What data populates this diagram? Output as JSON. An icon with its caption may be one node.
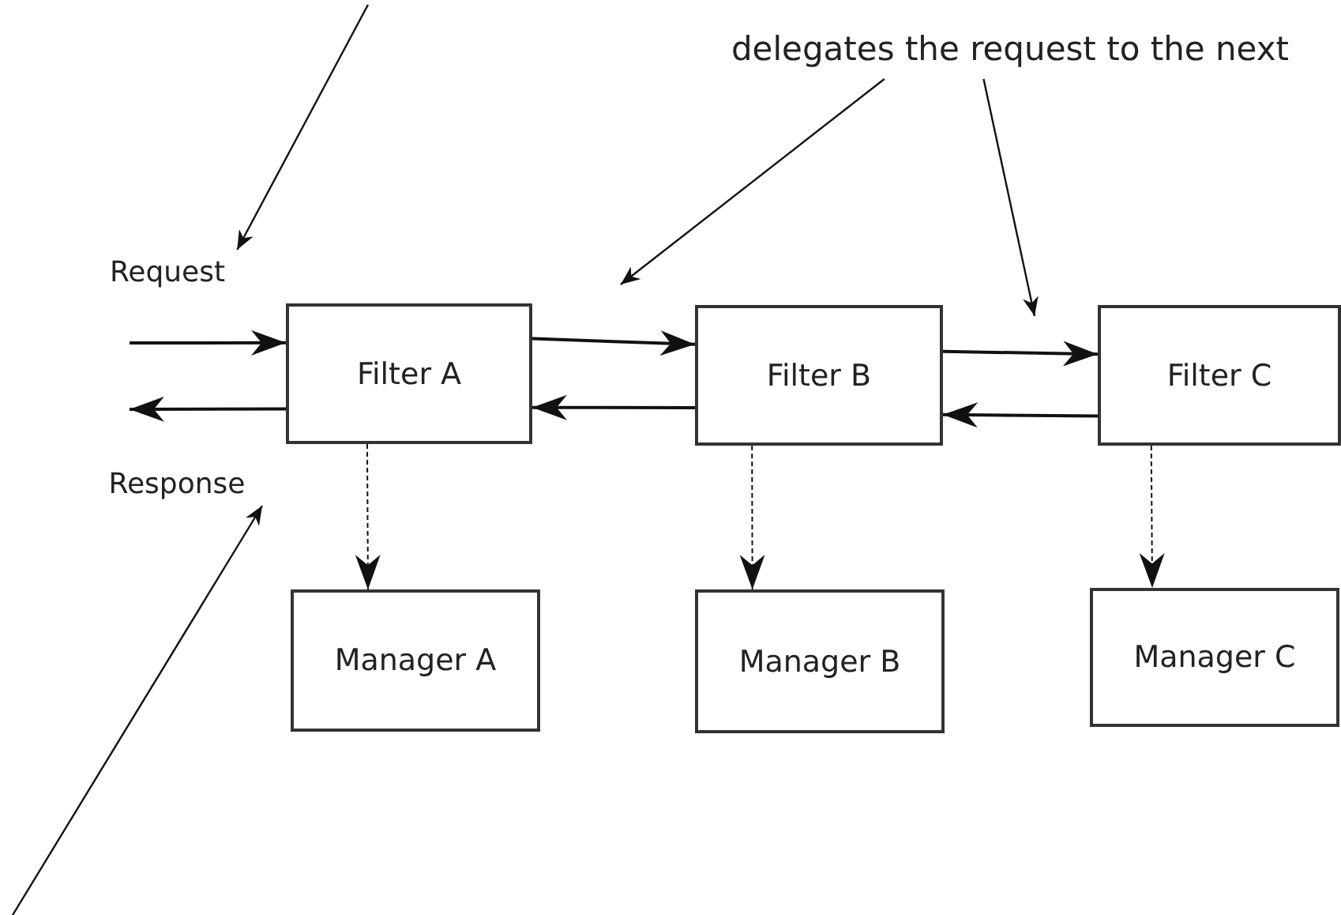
{
  "diagram": {
    "nodes": [
      {
        "text": [
          "delegates the request to the next"
        ]
      },
      {
        "text": [
          "Request"
        ]
      },
      {
        "text": [
          "Filter A"
        ]
      },
      {
        "text": [
          "Filter B"
        ]
      },
      {
        "text": [
          "Filter C"
        ]
      },
      {
        "text": [
          "Response"
        ]
      },
      {
        "text": [
          "Manager A"
        ]
      },
      {
        "text": [
          "Manager B"
        ]
      },
      {
        "text": [
          "Manager C"
        ]
      }
    ],
    "edges": [
      {
        "from": null,
        "to": 2,
        "arrow": "to"
      },
      {
        "from": 2,
        "to": null,
        "arrow": "to"
      },
      {
        "from": 2,
        "to": 3,
        "arrow": "to"
      },
      {
        "from": 3,
        "to": 2,
        "arrow": "to"
      },
      {
        "from": 3,
        "to": 4,
        "arrow": "to"
      },
      {
        "from": 4,
        "to": 3,
        "arrow": "to"
      },
      {
        "from": 2,
        "to": 6,
        "arrow": "to",
        "style": "dashed"
      },
      {
        "from": 3,
        "to": 7,
        "arrow": "to",
        "style": "dashed"
      },
      {
        "from": 4,
        "to": 8,
        "arrow": "to",
        "style": "dashed"
      },
      {
        "from": null,
        "to": 1,
        "arrow": "to"
      },
      {
        "from": null,
        "to": 5,
        "arrow": "to"
      },
      {
        "from": 0,
        "to": null,
        "arrow": "to"
      },
      {
        "from": 0,
        "to": null,
        "arrow": "to"
      }
    ]
  }
}
